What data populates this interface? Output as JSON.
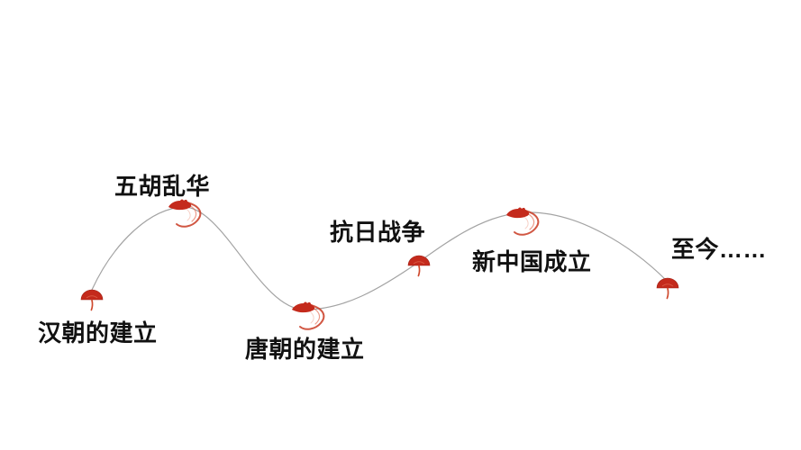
{
  "page": {
    "background": "#ffffff"
  },
  "colors": {
    "curve": "#a3a3a3",
    "marker_red": "#c42a1c",
    "marker_outline": "#9e1f15",
    "marker_stem": "#cf4a2e",
    "comet_tail": "#c93a22",
    "comet_wisp": "#e0563a",
    "comet_wisp_light": "#f0a28e",
    "umbrella_highlight": "#e8765c",
    "text": "#111111"
  },
  "timeline": {
    "events": [
      {
        "label": "汉朝的建立",
        "marker": "umbrella-icon"
      },
      {
        "label": "五胡乱华",
        "marker": "comet-icon"
      },
      {
        "label": "唐朝的建立",
        "marker": "comet-icon"
      },
      {
        "label": "抗日战争",
        "marker": "umbrella-icon"
      },
      {
        "label": "新中国成立",
        "marker": "comet-icon"
      },
      {
        "label": "至今……",
        "marker": "umbrella-icon"
      }
    ]
  }
}
